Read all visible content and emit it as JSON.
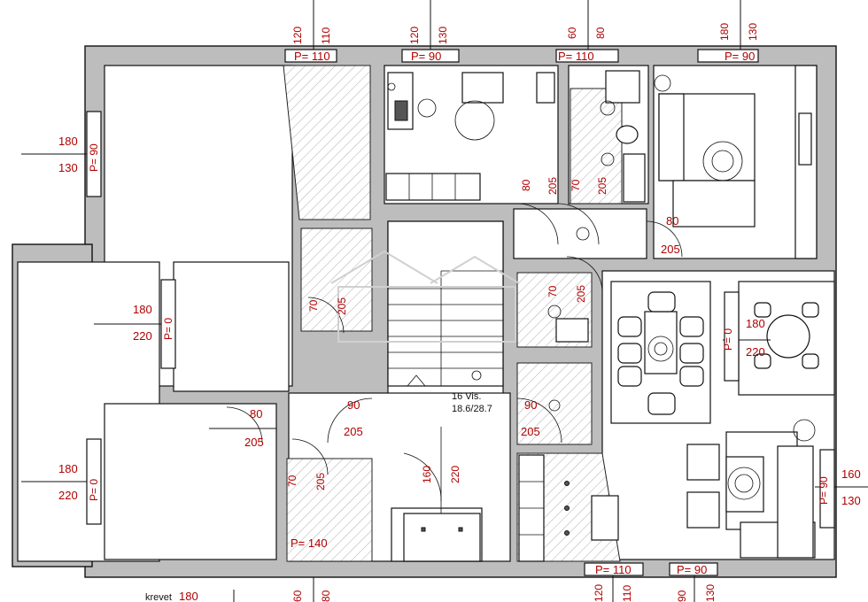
{
  "window_labels": [
    {
      "id": "w1",
      "h": "120",
      "w": "110",
      "p": "P= 110"
    },
    {
      "id": "w2",
      "h": "120",
      "w": "130",
      "p": "P= 90"
    },
    {
      "id": "w3",
      "h": "60",
      "w": "80",
      "p": "P= 110"
    },
    {
      "id": "w4",
      "h": "180",
      "w": "130",
      "p": "P= 90"
    },
    {
      "id": "w5",
      "h": "120",
      "w": "110",
      "p": "P= 110"
    },
    {
      "id": "w6",
      "h": "90",
      "w": "130",
      "p": "P= 90"
    },
    {
      "id": "w7",
      "h": "60",
      "w": "80"
    }
  ],
  "side_windows": [
    {
      "id": "s1",
      "w": "180",
      "h": "130",
      "p": "P= 90"
    },
    {
      "id": "s2",
      "w": "180",
      "h": "220",
      "p": "P= 0"
    },
    {
      "id": "s3",
      "w": "180",
      "h": "220",
      "p": "P= 0"
    },
    {
      "id": "s4",
      "w": "180",
      "h": "220",
      "p": "P= 0"
    },
    {
      "id": "s5",
      "w": "160",
      "h": "130",
      "p": "P= 90"
    }
  ],
  "door_labels": [
    {
      "id": "d1",
      "w": "80",
      "h": "205"
    },
    {
      "id": "d2",
      "w": "70",
      "h": "205"
    },
    {
      "id": "d3",
      "w": "80",
      "h": "205"
    },
    {
      "id": "d4",
      "w": "70",
      "h": "205"
    },
    {
      "id": "d5",
      "w": "70",
      "h": "205"
    },
    {
      "id": "d6",
      "w": "90",
      "h": "205"
    },
    {
      "id": "d7",
      "w": "90",
      "h": "205"
    },
    {
      "id": "d8",
      "w": "80",
      "h": "205"
    },
    {
      "id": "d9",
      "w": "70",
      "h": "205"
    },
    {
      "id": "d10",
      "w": "160",
      "h": "220"
    }
  ],
  "stairs": {
    "line1": "16 Vis.",
    "line2": "18.6/28.7"
  },
  "storage": {
    "p": "P= 140"
  },
  "bed": {
    "label": "krevet",
    "value": "180"
  }
}
